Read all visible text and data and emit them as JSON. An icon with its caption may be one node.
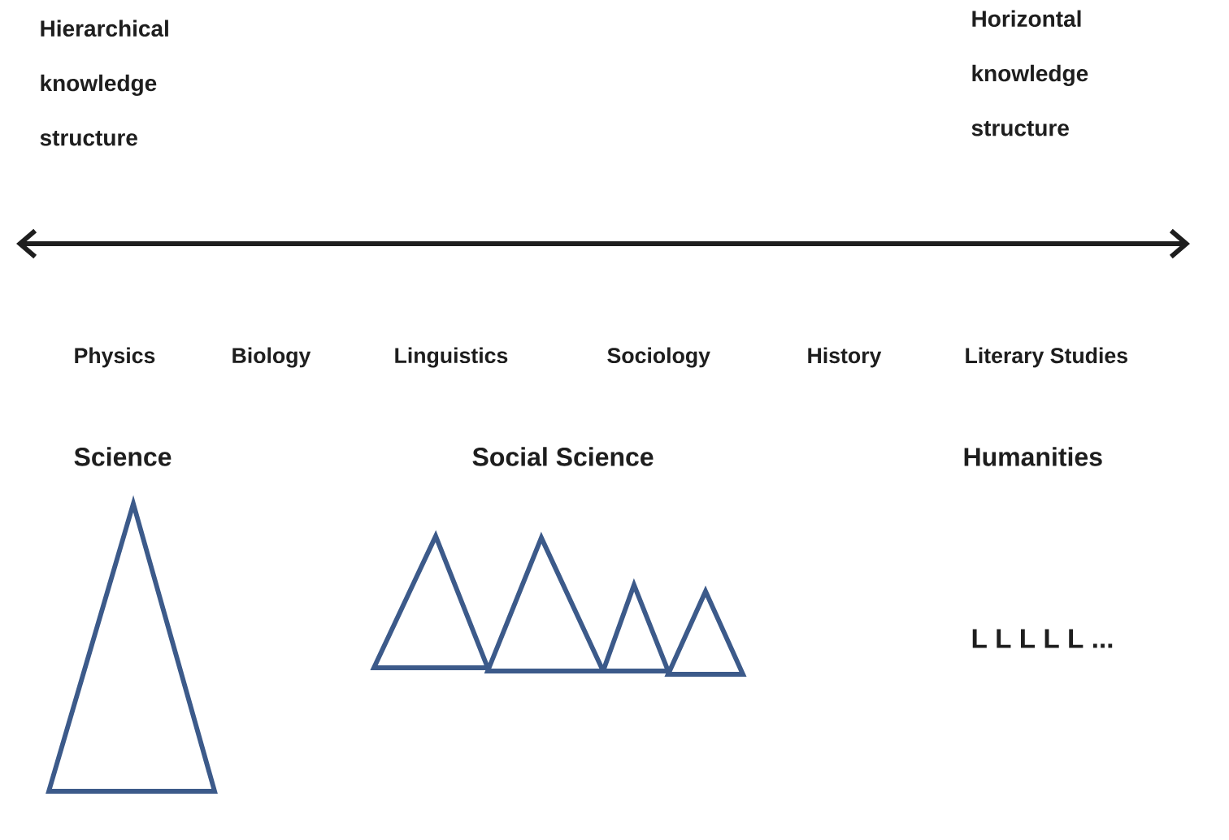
{
  "diagram": {
    "labels": [
      "Hierarchical knowledge structure",
      "Horizontal knowledge structure",
      "Physics",
      "Biology",
      "Linguistics",
      "Sociology",
      "History",
      "Literary Studies",
      "Science",
      "Social Science",
      "Humanities",
      "L L L L L ..."
    ]
  }
}
